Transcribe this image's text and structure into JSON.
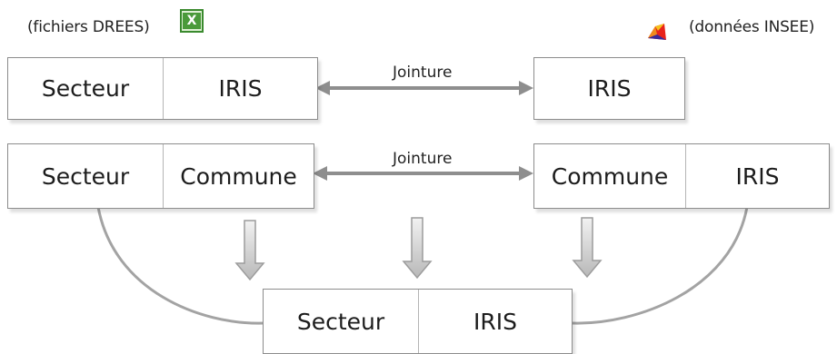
{
  "sources": {
    "left": "(fichiers DREES)",
    "right": "(données INSEE)"
  },
  "row1": {
    "left": [
      "Secteur",
      "IRIS"
    ],
    "join": "Jointure",
    "right": [
      "IRIS"
    ]
  },
  "row2": {
    "left": [
      "Secteur",
      "Commune"
    ],
    "join": "Jointure",
    "right": [
      "Commune",
      "IRIS"
    ]
  },
  "result": [
    "Secteur",
    "IRIS"
  ],
  "icons": {
    "excel": "excel-icon",
    "insee": "insee-icon"
  },
  "colors": {
    "arrow": "#8e8e8e",
    "box_border": "#8c8c8c",
    "excel_green": "#3a8a2e"
  }
}
